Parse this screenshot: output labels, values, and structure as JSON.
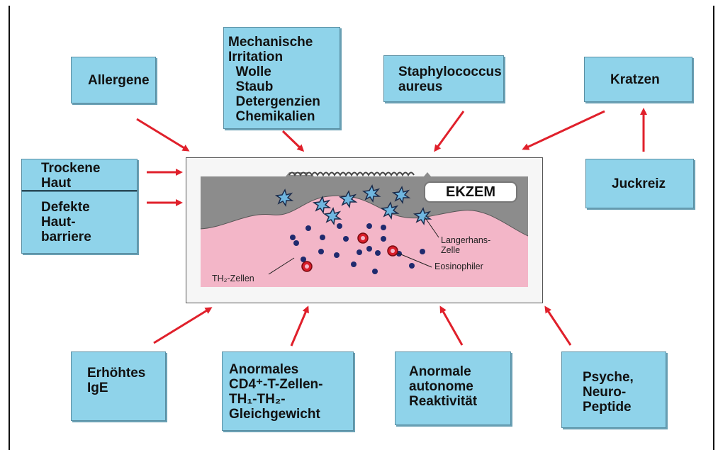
{
  "boxes": {
    "allergene": "Allergene",
    "mechanisch": "Mechanische\nIrritation\n  Wolle\n  Staub\n  Detergenzien\n  Chemikalien",
    "staph": "Staphylococcus\naureus",
    "kratzen": "Kratzen",
    "trockene": "Trockene\nHaut",
    "defekte": "Defekte\nHaut-\nbarriere",
    "juckreiz": "Juckreiz",
    "ige": "Erhöhtes\nIgE",
    "cd4": "Anormales\nCD4⁺-T-Zellen-\nTH₁-TH₂-\nGleichgewicht",
    "autonom": "Anormale\nautonome\nReaktivität",
    "psyche": "Psyche,\nNeuro-\nPeptide"
  },
  "center": {
    "title": "EKZEM",
    "langerhans": "Langerhans-\nZelle",
    "eosinophiler": "Eosinophiler",
    "th2": "TH₂-Zellen"
  },
  "colors": {
    "box_fill": "#8fd3ea",
    "arrow": "#e0202b",
    "dermis": "#f3b6c8",
    "epidermis": "#8c8c8c",
    "t_cell": "#1f2a6e",
    "eosinophil": "#d81e2a",
    "langerhans_cell": "#6fb6df"
  }
}
